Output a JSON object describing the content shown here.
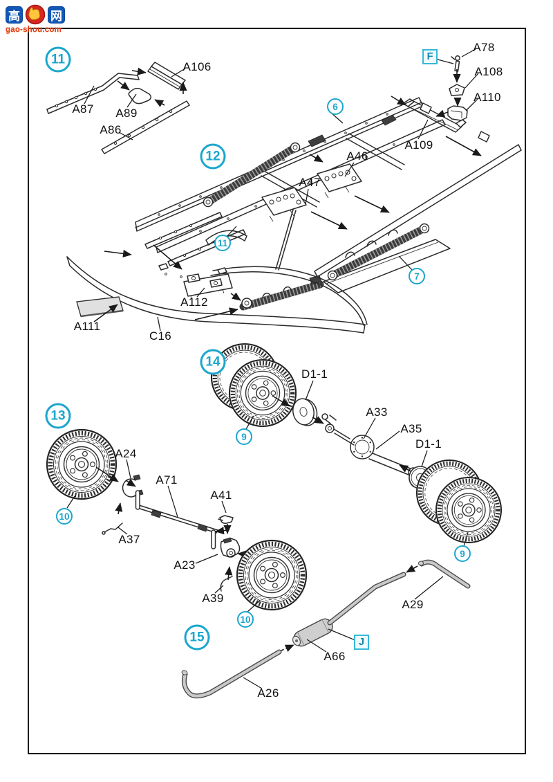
{
  "watermark": {
    "logo_left": "高",
    "logo_right": "网",
    "site": "gao-shou.com"
  },
  "steps": {
    "s11": "11",
    "s12": "12",
    "s13": "13",
    "s14": "14",
    "s15": "15"
  },
  "callouts": {
    "c6": "6",
    "c7": "7",
    "c11": "11",
    "c9a": "9",
    "c9b": "9",
    "c10a": "10",
    "c10b": "10"
  },
  "letter_tags": {
    "f": "F",
    "j": "J"
  },
  "labels": {
    "a87": "A87",
    "a89": "A89",
    "a86": "A86",
    "a106": "A106",
    "a78": "A78",
    "a108": "A108",
    "a110": "A110",
    "a109": "A109",
    "a46": "A46",
    "a47": "A47",
    "a112": "A112",
    "a111": "A111",
    "c16": "C16",
    "d11a": "D1-1",
    "a33": "A33",
    "a35": "A35",
    "d11b": "D1-1",
    "a24": "A24",
    "a71": "A71",
    "a41": "A41",
    "a37": "A37",
    "a23": "A23",
    "a39": "A39",
    "a29": "A29",
    "a66": "A66",
    "a26": "A26"
  },
  "colors": {
    "accent": "#1BA6CD",
    "ink": "#1a1a1a"
  }
}
